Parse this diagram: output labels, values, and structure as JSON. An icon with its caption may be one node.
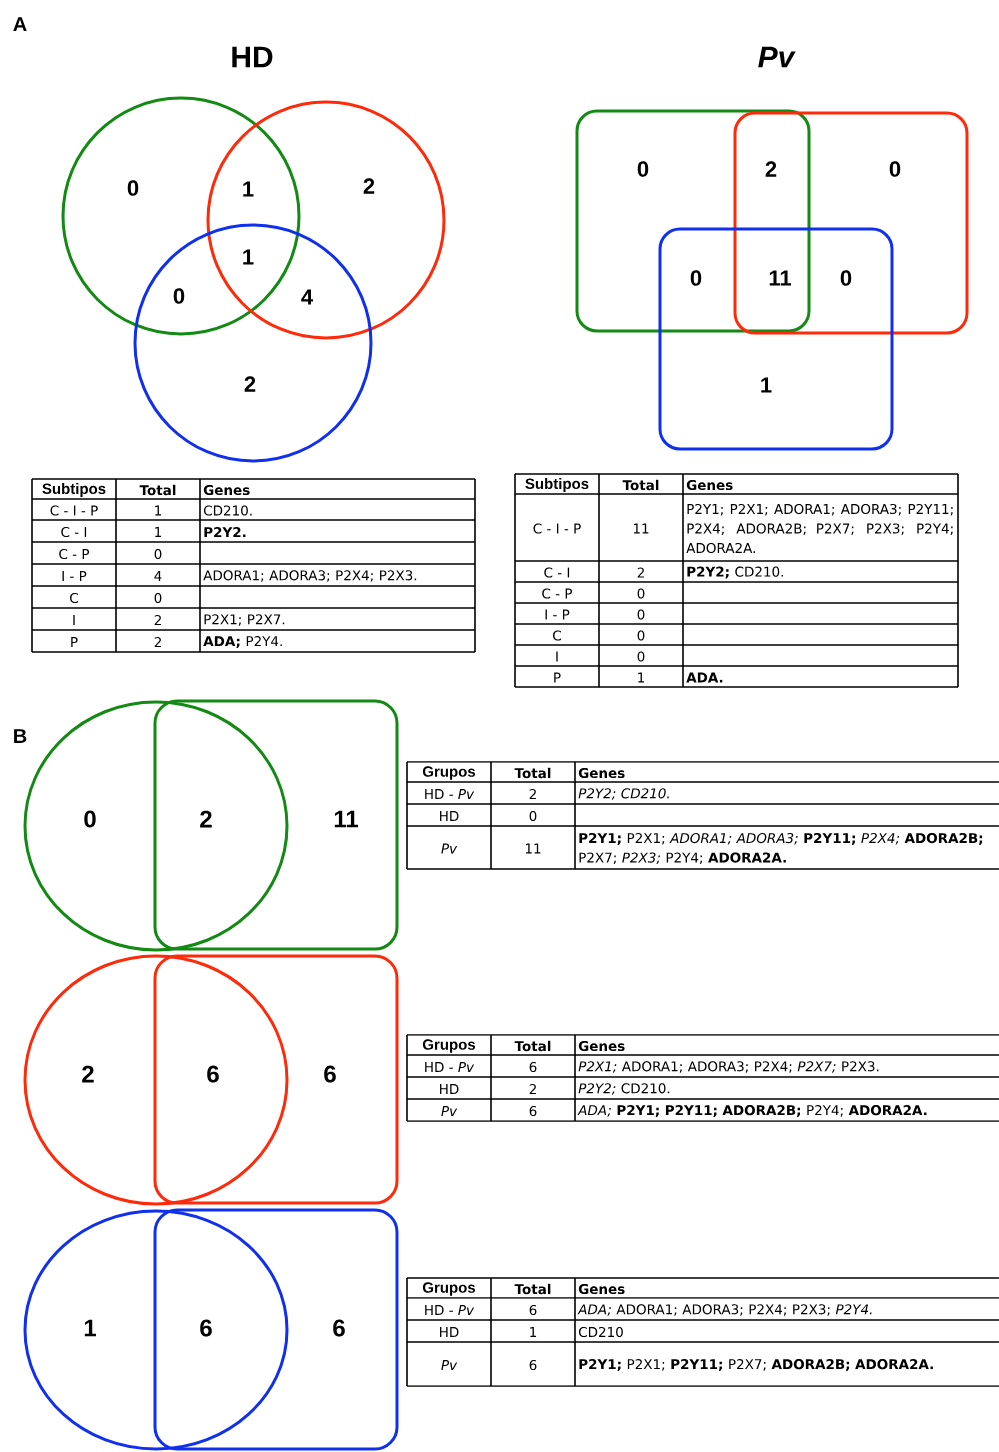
{
  "diagram": {
    "labels": [
      "A",
      "HD",
      "Pv",
      "0",
      "1",
      "2",
      "1",
      "0",
      "4",
      "2",
      "0",
      "2",
      "0",
      "0",
      "11",
      "0",
      "1",
      "Subtipos",
      "Total",
      "Genes",
      "C - I - P",
      "1",
      "CD210.",
      "C - I",
      "1",
      "P2Y2.",
      "C - P",
      "0",
      "I - P",
      "4",
      "ADORA1; ADORA3; P2X4; P2X3.",
      "C",
      "0",
      "I",
      "2",
      "P2X1; P2X7.",
      "P",
      "2",
      "**ADA;** P2Y4.",
      "Subtipos",
      "Total",
      "Genes",
      "C - I - P",
      "11",
      "P2Y1; P2X1; ADORA1; ADORA3; P2Y11; P2X4; ADORA2B; P2X7; P2X3; P2Y4; ADORA2A.",
      "C - I",
      "2",
      "**P2Y2;** CD210.",
      "C - P",
      "0",
      "I - P",
      "0",
      "C",
      "0",
      "I",
      "0",
      "P",
      "1",
      "ADA.",
      "B",
      "0",
      "2",
      "11",
      "Grupos",
      "Total",
      "Genes",
      "HD - *Pv*",
      "2",
      "P2Y2; CD210.",
      "HD",
      "0",
      "Pv",
      "11",
      "**P2Y1;** P2X1; *ADORA1; ADORA3;* **P2Y11;** *P2X4;* **ADORA2B;** P2X7; *P2X3;* P2Y4; **ADORA2A.**",
      "2",
      "6",
      "6",
      "Grupos",
      "Total",
      "Genes",
      "HD - *Pv*",
      "6",
      "*P2X1;* ADORA1; ADORA3; P2X4; *P2X7;* P2X3.",
      "HD",
      "2",
      "*P2Y2;* CD210.",
      "Pv",
      "6",
      "*ADA;* **P2Y1; P2Y11; ADORA2B;** P2Y4; **ADORA2A.**",
      "1",
      "6",
      "6",
      "Grupos",
      "Total",
      "Genes",
      "HD - *Pv*",
      "6",
      "*ADA;* ADORA1; ADORA3; P2X4; P2X3; *P2Y4.*",
      "HD",
      "1",
      "CD210",
      "Pv",
      "6",
      "**P2Y1;** P2X1; **P2Y11;** P2X7; **ADORA2B; ADORA2A.**"
    ]
  }
}
